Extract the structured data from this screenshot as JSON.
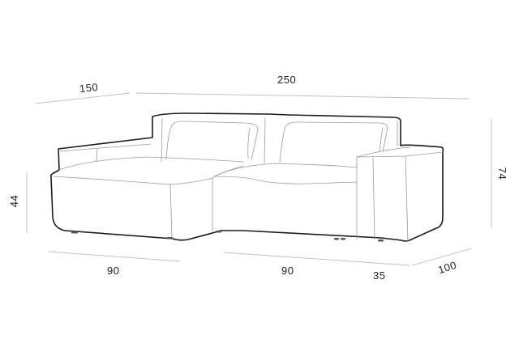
{
  "dimensions": {
    "depth_chaise": "150",
    "total_width": "250",
    "seat_height": "44",
    "total_height": "74",
    "chaise_width": "90",
    "seat_width": "90",
    "arm_width": "35",
    "depth": "100"
  }
}
